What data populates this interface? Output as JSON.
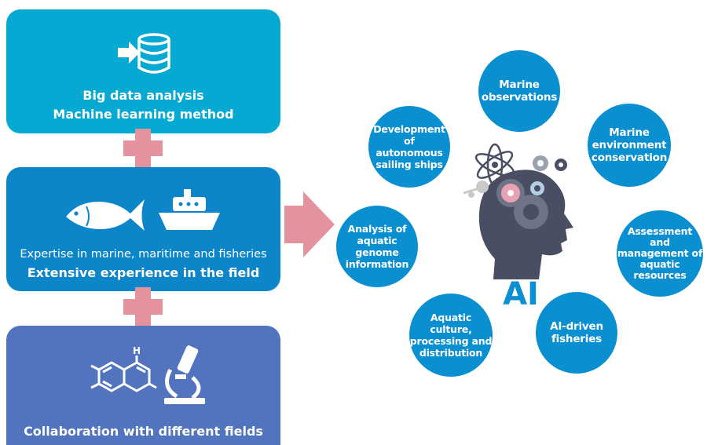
{
  "left_boxes": {
    "data_box": {
      "line1": "Big data analysis",
      "line2": "Machine learning method",
      "icon": "database-arrow-icon",
      "color": "#06a9d2"
    },
    "expertise_box": {
      "line1": "Expertise in marine, maritime and fisheries",
      "line2": "Extensive experience in the field",
      "icons": [
        "tuna-fish-icon",
        "ship-icon"
      ],
      "color": "#0d85c9"
    },
    "collab_box": {
      "line1": "Collaboration with different fields",
      "icons": [
        "chemical-structure-icon",
        "microscope-icon"
      ],
      "color": "#5274be"
    }
  },
  "connectors": {
    "plus_color": "#e3929e",
    "arrow_color": "#e3929e"
  },
  "ai_hub": {
    "label": "AI",
    "icon": "ai-head-gears-icon"
  },
  "circles": [
    {
      "id": "marine-observations",
      "lines": [
        "Marine",
        "observations"
      ]
    },
    {
      "id": "marine-environment",
      "lines": [
        "Marine",
        "environment",
        "conservation"
      ]
    },
    {
      "id": "assessment",
      "lines": [
        "Assessment",
        "and",
        "management of",
        "aquatic",
        "resources"
      ]
    },
    {
      "id": "ai-fisheries",
      "lines": [
        "AI-driven",
        "fisheries"
      ]
    },
    {
      "id": "aquatic-culture",
      "lines": [
        "Aquatic",
        "culture,",
        "processing and",
        "distribution"
      ]
    },
    {
      "id": "genome",
      "lines": [
        "Analysis of",
        "aquatic genome",
        "information"
      ]
    },
    {
      "id": "autonomous-ships",
      "lines": [
        "Development",
        "of",
        "autonomous",
        "sailing ships"
      ]
    }
  ],
  "circle_color": "#0a8fd1"
}
